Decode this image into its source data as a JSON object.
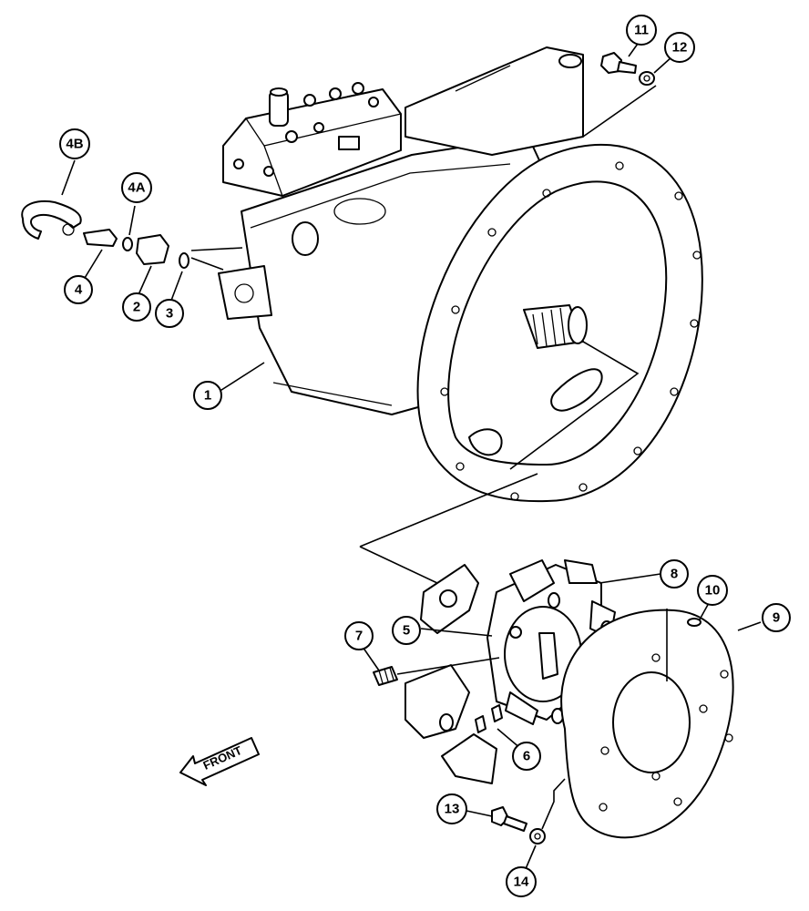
{
  "callouts": [
    {
      "id": "c1",
      "label": "1"
    },
    {
      "id": "c2",
      "label": "2"
    },
    {
      "id": "c3",
      "label": "3"
    },
    {
      "id": "c4",
      "label": "4"
    },
    {
      "id": "c4a",
      "label": "4A"
    },
    {
      "id": "c4b",
      "label": "4B"
    },
    {
      "id": "c5",
      "label": "5"
    },
    {
      "id": "c6",
      "label": "6"
    },
    {
      "id": "c7",
      "label": "7"
    },
    {
      "id": "c8",
      "label": "8"
    },
    {
      "id": "c9",
      "label": "9"
    },
    {
      "id": "c10",
      "label": "10"
    },
    {
      "id": "c11",
      "label": "11"
    },
    {
      "id": "c12",
      "label": "12"
    },
    {
      "id": "c13",
      "label": "13"
    },
    {
      "id": "c14",
      "label": "14"
    }
  ],
  "front_label": "FRONT"
}
